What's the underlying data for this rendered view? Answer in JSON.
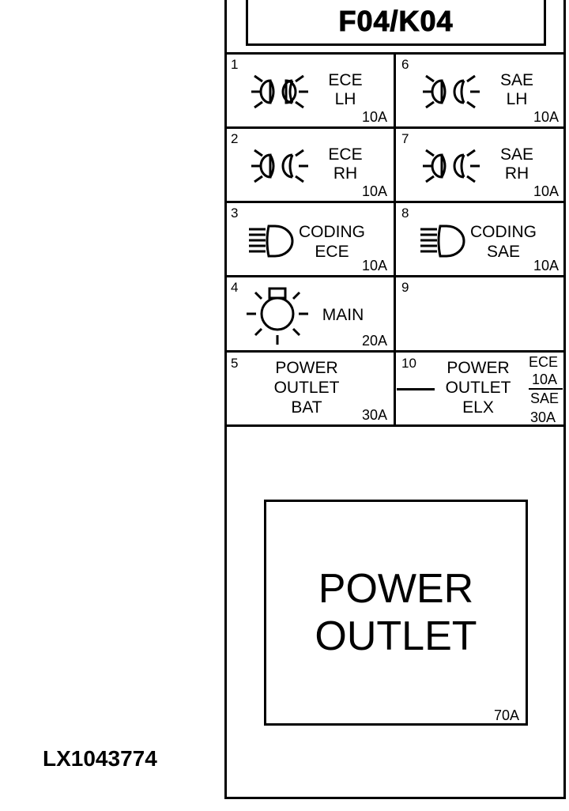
{
  "title": "F04/K04",
  "fuses": [
    {
      "num": "1",
      "line1": "ECE",
      "line2": "LH",
      "amp": "10A",
      "icon": "headlight-pair-icon"
    },
    {
      "num": "6",
      "line1": "SAE",
      "line2": "LH",
      "amp": "10A",
      "icon": "headlight-pair-icon"
    },
    {
      "num": "2",
      "line1": "ECE",
      "line2": "RH",
      "amp": "10A",
      "icon": "headlight-pair-icon"
    },
    {
      "num": "7",
      "line1": "SAE",
      "line2": "RH",
      "amp": "10A",
      "icon": "headlight-pair-icon"
    },
    {
      "num": "3",
      "line1": "CODING",
      "line2": "ECE",
      "amp": "10A",
      "icon": "high-beam-icon"
    },
    {
      "num": "8",
      "line1": "CODING",
      "line2": "SAE",
      "amp": "10A",
      "icon": "high-beam-icon"
    },
    {
      "num": "4",
      "line1": "MAIN",
      "amp": "20A",
      "icon": "lamp-bulb-icon"
    },
    {
      "num": "9"
    },
    {
      "num": "5",
      "line1": "POWER",
      "line2": "OUTLET",
      "line3": "BAT",
      "amp": "30A"
    },
    {
      "num": "10",
      "line1": "POWER",
      "line2": "OUTLET",
      "line3": "ELX",
      "ece_label": "ECE",
      "ece_amp": "10A",
      "sae_label": "SAE",
      "sae_amp": "30A"
    }
  ],
  "outlet": {
    "line1": "POWER",
    "line2": "OUTLET",
    "amp": "70A"
  },
  "part_code": "LX1043774"
}
